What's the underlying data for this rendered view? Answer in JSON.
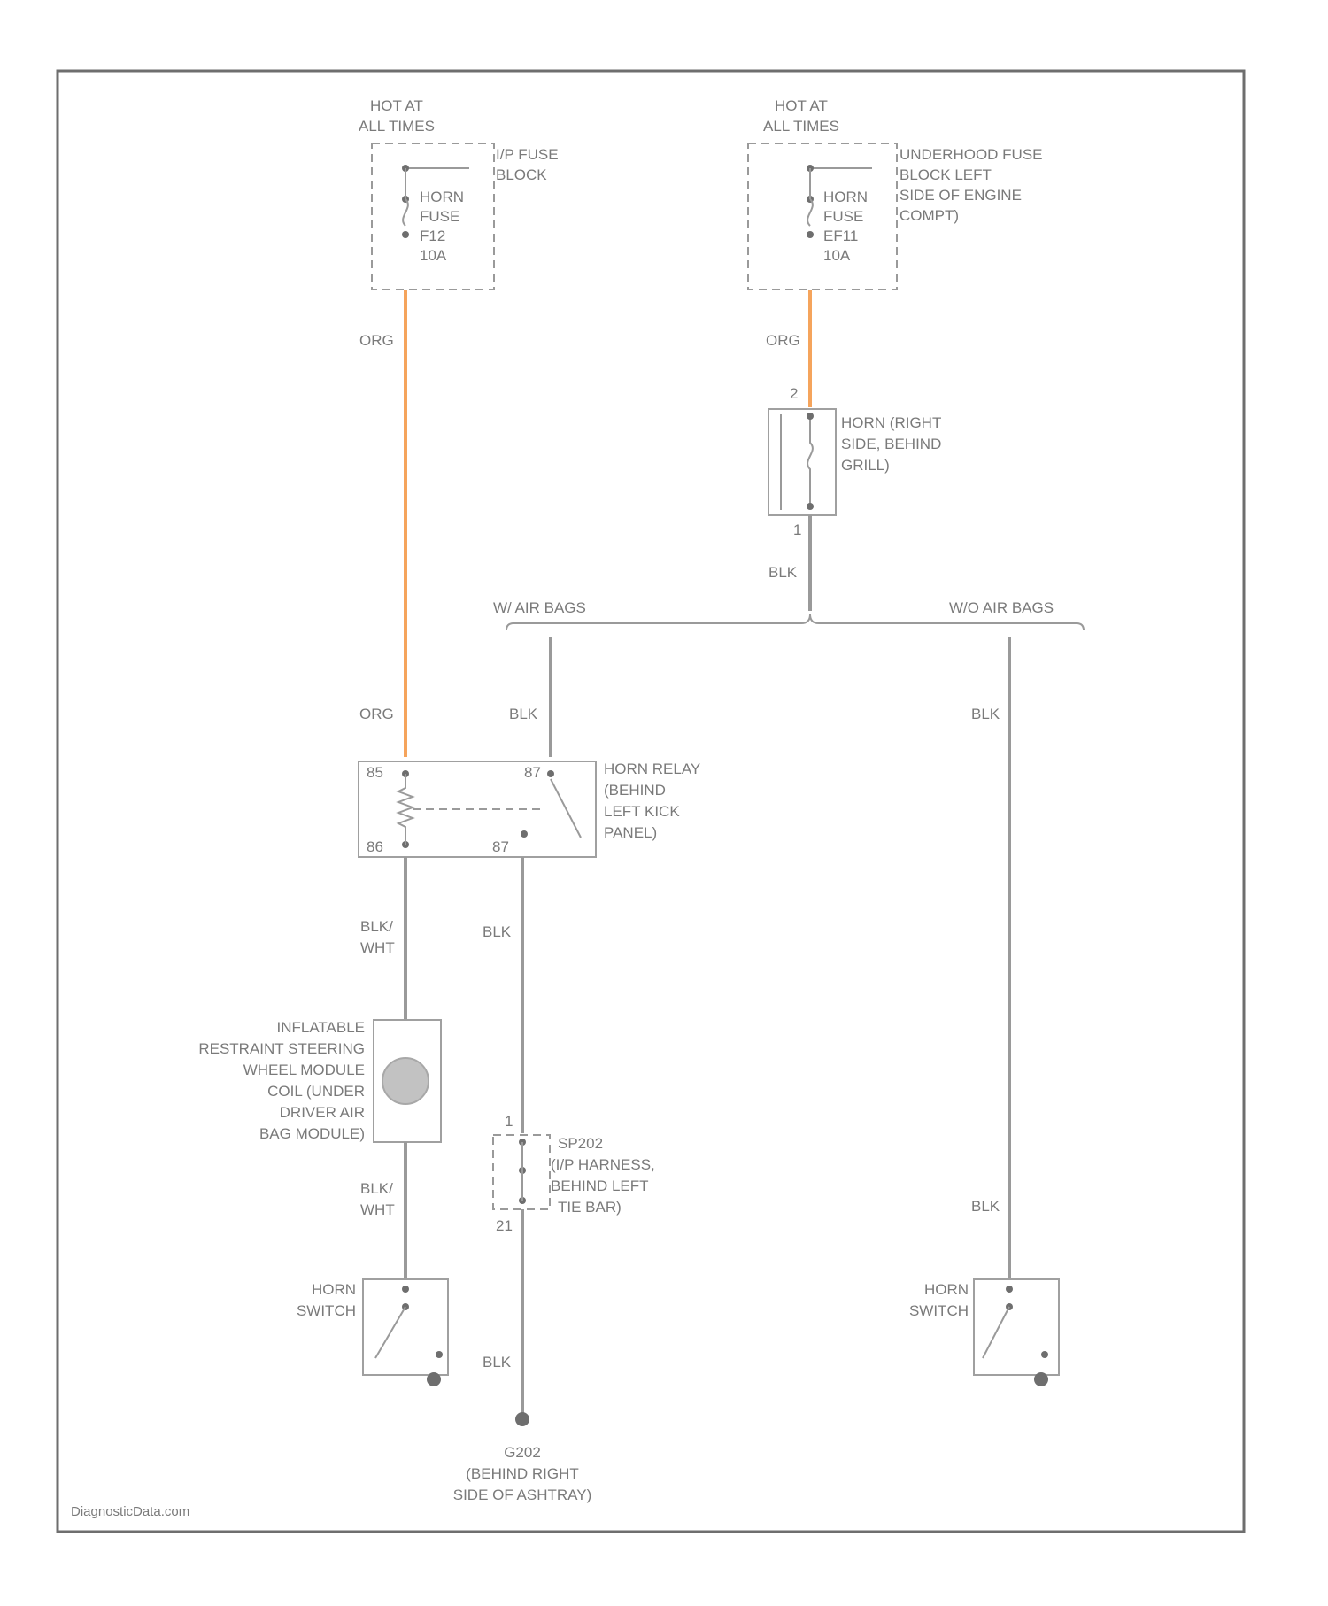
{
  "branding": {
    "watermark": "DiagnosticData.com"
  },
  "fuses": {
    "left": {
      "hot": [
        "HOT AT",
        "ALL TIMES"
      ],
      "block": [
        "I/P FUSE",
        "BLOCK"
      ],
      "fuse": [
        "HORN",
        "FUSE",
        "F12",
        "10A"
      ]
    },
    "right": {
      "hot": [
        "HOT AT",
        "ALL TIMES"
      ],
      "block": [
        "UNDERHOOD FUSE",
        "BLOCK LEFT",
        "SIDE OF ENGINE",
        "COMPT)"
      ],
      "fuse": [
        "HORN",
        "FUSE",
        "EF11",
        "10A"
      ]
    }
  },
  "wires": {
    "org_left": "ORG",
    "org_right": "ORG",
    "org_relay": "ORG",
    "blk_horn": "BLK",
    "blk_relay87": "BLK",
    "blk_right": "BLK",
    "blkwht_top": [
      "BLK/",
      "WHT"
    ],
    "blk_relay_out": "BLK",
    "blkwht_bottom": [
      "BLK/",
      "WHT"
    ],
    "blk_ground": "BLK",
    "blk_right_bottom": "BLK"
  },
  "horn": {
    "label": [
      "HORN (RIGHT",
      "SIDE, BEHIND",
      "GRILL)"
    ],
    "pin_top": "2",
    "pin_bottom": "1"
  },
  "airbag": {
    "with": "W/ AIR BAGS",
    "without": "W/O AIR BAGS"
  },
  "relay": {
    "label": [
      "HORN RELAY",
      "(BEHIND",
      "LEFT KICK",
      "PANEL)"
    ],
    "pin_85": "85",
    "pin_86": "86",
    "pin_87": "87",
    "pin_87a": "87"
  },
  "module": {
    "label": [
      "INFLATABLE",
      "RESTRAINT STEERING",
      "WHEEL MODULE",
      "COIL (UNDER",
      "DRIVER AIR",
      "BAG MODULE)"
    ]
  },
  "splice": {
    "label": [
      "SP202",
      "(I/P HARNESS,",
      "BEHIND LEFT",
      "TIE BAR)"
    ],
    "pin_top": "1",
    "pin_bottom": "21"
  },
  "switches": {
    "left": [
      "HORN",
      "SWITCH"
    ],
    "right": [
      "HORN",
      "SWITCH"
    ]
  },
  "ground": {
    "label": [
      "G202",
      "(BEHIND RIGHT",
      "SIDE OF ASHTRAY)"
    ]
  }
}
